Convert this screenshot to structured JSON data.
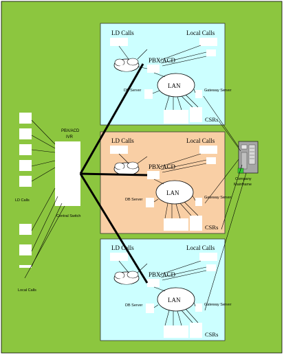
{
  "colors": {
    "background": "#8cc63f",
    "site_top": "#ccffff",
    "site_middle": "#f9cfa5",
    "site_bottom": "#ccffff",
    "box": "#ffffff",
    "line": "#000000"
  },
  "sites": [
    {
      "id": "top",
      "ld_calls": "LD Calls",
      "local_calls": "Local Calls",
      "pbx_acd": "PBX/ACD",
      "lan": "LAN",
      "db_server": "DB Server",
      "gateway_server": "Gateway Server",
      "csrs": "CSRs"
    },
    {
      "id": "middle",
      "ld_calls": "LD Calls",
      "local_calls": "Local Calls",
      "pbx_acd": "PBX/ACD",
      "lan": "LAN",
      "db_server": "DB Server",
      "gateway_server": "Gateway Server",
      "csrs": "CSRs"
    },
    {
      "id": "bottom",
      "ld_calls": "LD Calls",
      "local_calls": "Local Calls",
      "pbx_acd": "PBX/ACD",
      "lan": "LAN",
      "db_server": "DB Server",
      "gateway_server": "Gateway Server",
      "csrs": "CSRs"
    }
  ],
  "central": {
    "pbx_label": "PBX/ACD",
    "ivr_label": "IVR",
    "switch_label": "Central Switch",
    "ld_calls": "LD Calls",
    "local_calls": "Local Calls"
  },
  "mainframe": {
    "label_line1": "Company",
    "label_line2": "Mainframe"
  }
}
